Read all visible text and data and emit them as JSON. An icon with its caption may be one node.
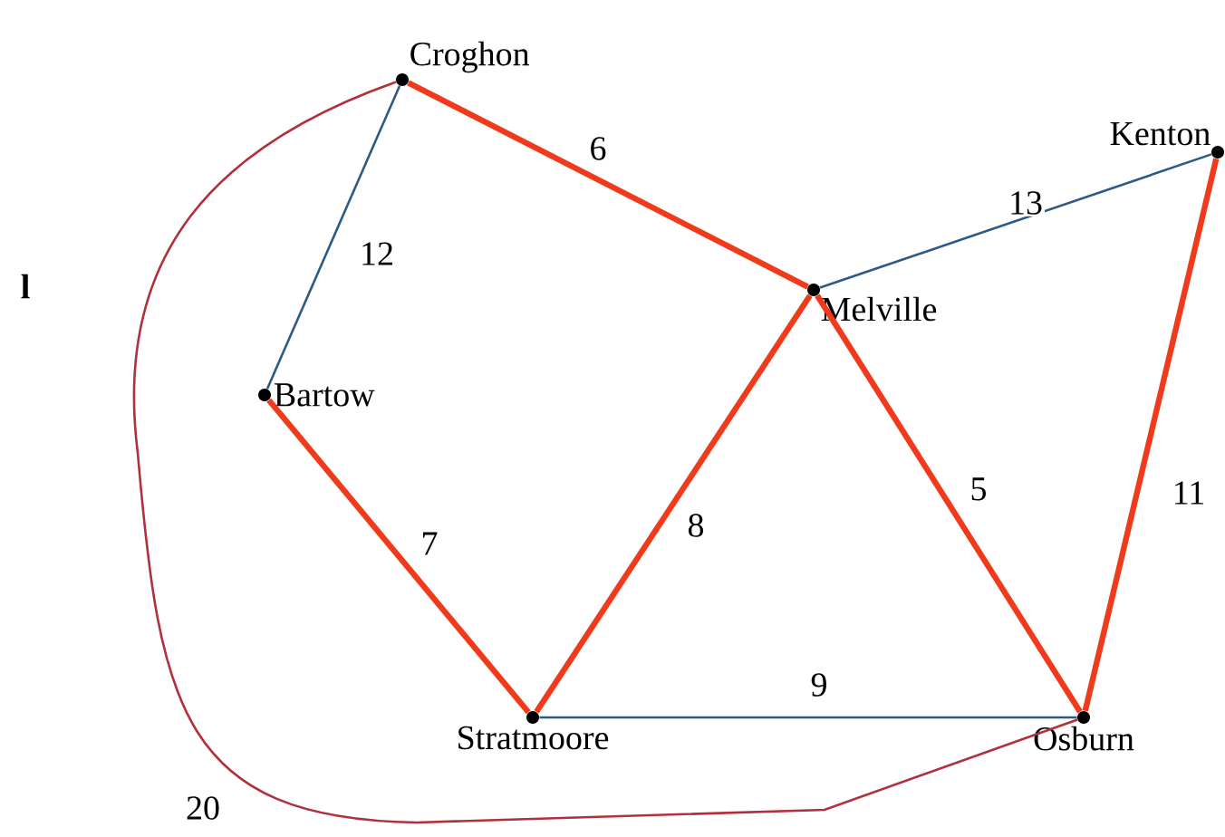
{
  "diagram": {
    "nodes": [
      {
        "text": [
          "Croghon"
        ]
      },
      {
        "text": [
          "Melville"
        ]
      },
      {
        "text": [
          "Kenton"
        ]
      },
      {
        "text": [
          "Bartow"
        ]
      },
      {
        "text": [
          "Stratmoore"
        ]
      },
      {
        "text": [
          "Osburn"
        ]
      }
    ],
    "edges": [
      {
        "from": 0,
        "to": 1,
        "arrow": "none",
        "label": "6"
      },
      {
        "from": 0,
        "to": 3,
        "arrow": "none",
        "label": "12",
        "color": "#2b5b84"
      },
      {
        "from": 1,
        "to": 2,
        "arrow": "none",
        "label": "13",
        "color": "#2b5b84"
      },
      {
        "from": 3,
        "to": 4,
        "arrow": "none",
        "label": "7"
      },
      {
        "from": 4,
        "to": 1,
        "arrow": "none",
        "label": "8"
      },
      {
        "from": 1,
        "to": 5,
        "arrow": "none",
        "label": "5"
      },
      {
        "from": 2,
        "to": 5,
        "arrow": "none",
        "label": "11"
      },
      {
        "from": 4,
        "to": 5,
        "arrow": "none",
        "label": "9",
        "color": "#2b5b84"
      },
      {
        "from": 0,
        "to": 5,
        "arrow": "none",
        "label": "20",
        "color": "#b0303c"
      }
    ],
    "labels": [
      "l"
    ]
  }
}
